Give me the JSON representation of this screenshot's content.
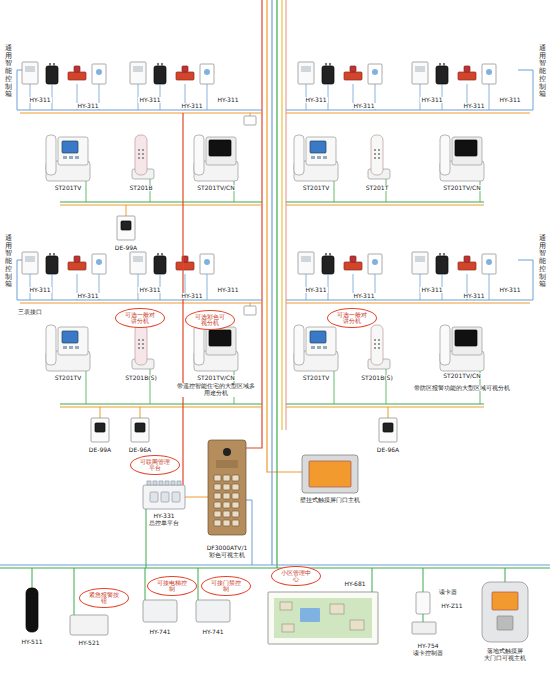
{
  "diagram": {
    "nodes": [
      {
        "text": [
          "可选一般对讲分机"
        ]
      },
      {
        "text": [
          "可选彩色可视分机"
        ]
      },
      {
        "text": [
          "可选一般对讲分机"
        ]
      },
      {
        "text": [
          "可联网管理平台"
        ]
      },
      {
        "text": [
          "紧急报警按钮"
        ]
      },
      {
        "text": [
          "可接电梯控制"
        ]
      },
      {
        "text": [
          "可接门禁控制"
        ]
      },
      {
        "text": [
          "小区管理中心"
        ]
      }
    ],
    "labels": [
      "通用智能控制箱",
      "HY-311",
      "HY-311",
      "HY-311",
      "HY-311",
      "HY-311",
      "HY-311",
      "HY-311",
      "HY-311",
      "HY-311",
      "HY-311",
      "通用智能控制箱",
      "ST201TV",
      "ST201B",
      "ST201TV/CN",
      "ST201TV",
      "ST201T",
      "ST201TV/CN",
      "DE-99A",
      "通用智能控制箱",
      "HY-311",
      "HY-311",
      "HY-311",
      "HY-311",
      "HY-311",
      "HY-311",
      "HY-311",
      "HY-311",
      "HY-311",
      "HY-311",
      "通用智能控制箱",
      "三表接口",
      "ST201TV",
      "ST201B(S)",
      "ST201TV/CN",
      "带遥控智能住宅的大型区域多用途分机",
      "ST201TV",
      "ST201B(S)",
      "ST201TV/CN",
      "带防区报警功能的大型区域可视分机",
      "DE-99A",
      "DE-96A",
      "DE-96A",
      "HY-331 总控单平台",
      "DF3000ATV/1 彩色可视主机",
      "壁挂式触摸屏门口主机",
      "HY-511",
      "HY-521",
      "HY-741",
      "HY-741",
      "HY-681",
      "读卡器",
      "HY-Z11",
      "HY-754 读卡控制器",
      "落地式触摸屏 大门口可视主机"
    ]
  }
}
